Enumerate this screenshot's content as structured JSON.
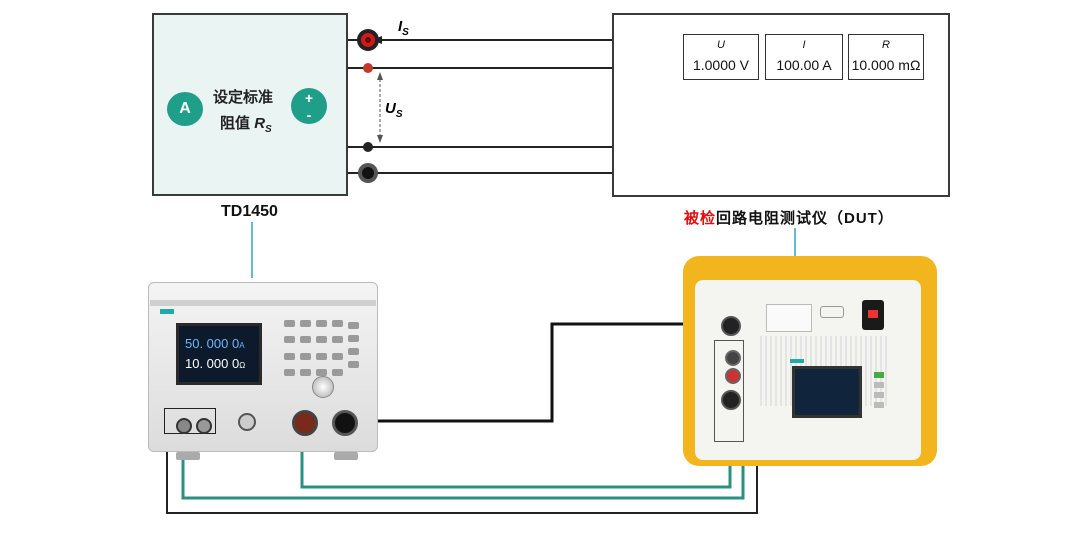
{
  "schematic": {
    "td_title": "TD1450",
    "td_text_line1": "设定标准",
    "td_text_line2_prefix": "阻值",
    "td_text_line2_var": "R",
    "td_text_line2_sub": "S",
    "ammeter_label": "A",
    "source_plus": "+",
    "source_minus": "-",
    "is_label": "I",
    "is_sub": "S",
    "us_label": "U",
    "us_sub": "S"
  },
  "dut": {
    "label_red": "被检",
    "label_rest": "回路电阻测试仪（DUT）",
    "readouts": [
      {
        "name": "U",
        "value": "1.0000 V"
      },
      {
        "name": "I",
        "value": "100.00 A"
      },
      {
        "name": "R",
        "value": "10.000 mΩ"
      }
    ]
  },
  "instrument": {
    "reading_top": "50. 000 0",
    "reading_top_unit": "A",
    "reading_bottom": "10. 000 0",
    "reading_bottom_unit": "Ω"
  },
  "colors": {
    "accent_red": "#d11a1a",
    "teal": "#1f9e8a",
    "wire_black": "#1a1a1a",
    "case_yellow": "#f2b51d"
  }
}
